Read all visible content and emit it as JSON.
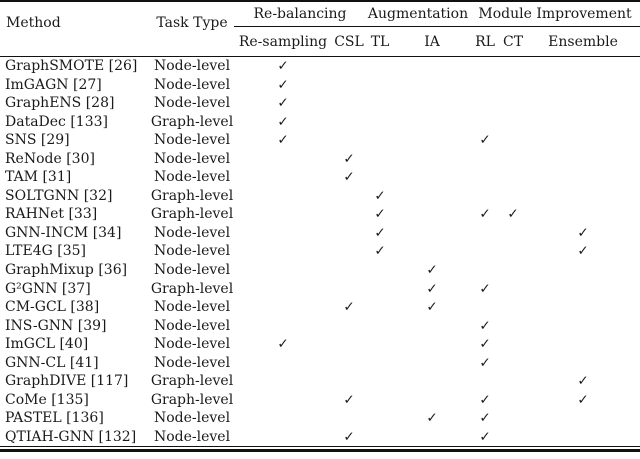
{
  "table": {
    "headers": {
      "method": "Method",
      "task_type": "Task Type"
    },
    "col_groups": [
      {
        "label": "Re-balancing",
        "span": 2
      },
      {
        "label": "Augmentation",
        "span": 2
      },
      {
        "label": "Module Improvement",
        "span": 3
      }
    ],
    "sub_headers": [
      "Re-sampling",
      "CSL",
      "TL",
      "IA",
      "RL",
      "CT",
      "Ensemble"
    ],
    "check_glyph": "✓",
    "rows": [
      {
        "method": "GraphSMOTE [26]",
        "task_type": "Node-level",
        "marks": [
          1,
          0,
          0,
          0,
          0,
          0,
          0
        ]
      },
      {
        "method": "ImGAGN [27]",
        "task_type": "Node-level",
        "marks": [
          1,
          0,
          0,
          0,
          0,
          0,
          0
        ]
      },
      {
        "method": "GraphENS [28]",
        "task_type": "Node-level",
        "marks": [
          1,
          0,
          0,
          0,
          0,
          0,
          0
        ]
      },
      {
        "method": "DataDec [133]",
        "task_type": "Graph-level",
        "marks": [
          1,
          0,
          0,
          0,
          0,
          0,
          0
        ]
      },
      {
        "method": "SNS [29]",
        "task_type": "Node-level",
        "marks": [
          1,
          0,
          0,
          0,
          1,
          0,
          0
        ]
      },
      {
        "method": "ReNode [30]",
        "task_type": "Node-level",
        "marks": [
          0,
          1,
          0,
          0,
          0,
          0,
          0
        ]
      },
      {
        "method": "TAM [31]",
        "task_type": "Node-level",
        "marks": [
          0,
          1,
          0,
          0,
          0,
          0,
          0
        ]
      },
      {
        "method": "SOLTGNN [32]",
        "task_type": "Graph-level",
        "marks": [
          0,
          0,
          1,
          0,
          0,
          0,
          0
        ]
      },
      {
        "method": "RAHNet [33]",
        "task_type": "Graph-level",
        "marks": [
          0,
          0,
          1,
          0,
          1,
          1,
          0
        ]
      },
      {
        "method": "GNN-INCM [34]",
        "task_type": "Node-level",
        "marks": [
          0,
          0,
          1,
          0,
          0,
          0,
          1
        ]
      },
      {
        "method": "LTE4G [35]",
        "task_type": "Node-level",
        "marks": [
          0,
          0,
          1,
          0,
          0,
          0,
          1
        ]
      },
      {
        "method": "GraphMixup [36]",
        "task_type": "Node-level",
        "marks": [
          0,
          0,
          0,
          1,
          0,
          0,
          0
        ]
      },
      {
        "method": "G²GNN [37]",
        "task_type": "Graph-level",
        "marks": [
          0,
          0,
          0,
          1,
          1,
          0,
          0
        ]
      },
      {
        "method": "CM-GCL [38]",
        "task_type": "Node-level",
        "marks": [
          0,
          1,
          0,
          1,
          0,
          0,
          0
        ]
      },
      {
        "method": "INS-GNN [39]",
        "task_type": "Node-level",
        "marks": [
          0,
          0,
          0,
          0,
          1,
          0,
          0
        ]
      },
      {
        "method": "ImGCL [40]",
        "task_type": "Node-level",
        "marks": [
          1,
          0,
          0,
          0,
          1,
          0,
          0
        ]
      },
      {
        "method": "GNN-CL [41]",
        "task_type": "Node-level",
        "marks": [
          0,
          0,
          0,
          0,
          1,
          0,
          0
        ]
      },
      {
        "method": "GraphDIVE [117]",
        "task_type": "Graph-level",
        "marks": [
          0,
          0,
          0,
          0,
          0,
          0,
          1
        ]
      },
      {
        "method": "CoMe [135]",
        "task_type": "Graph-level",
        "marks": [
          0,
          1,
          0,
          0,
          1,
          0,
          1
        ]
      },
      {
        "method": "PASTEL [136]",
        "task_type": "Node-level",
        "marks": [
          0,
          0,
          0,
          1,
          1,
          0,
          0
        ]
      },
      {
        "method": "QTIAH-GNN [132]",
        "task_type": "Node-level",
        "marks": [
          0,
          1,
          0,
          0,
          1,
          0,
          0
        ]
      }
    ]
  },
  "colors": {
    "background": "#ffffff",
    "text": "#1a1a1a",
    "rule": "#111111"
  }
}
